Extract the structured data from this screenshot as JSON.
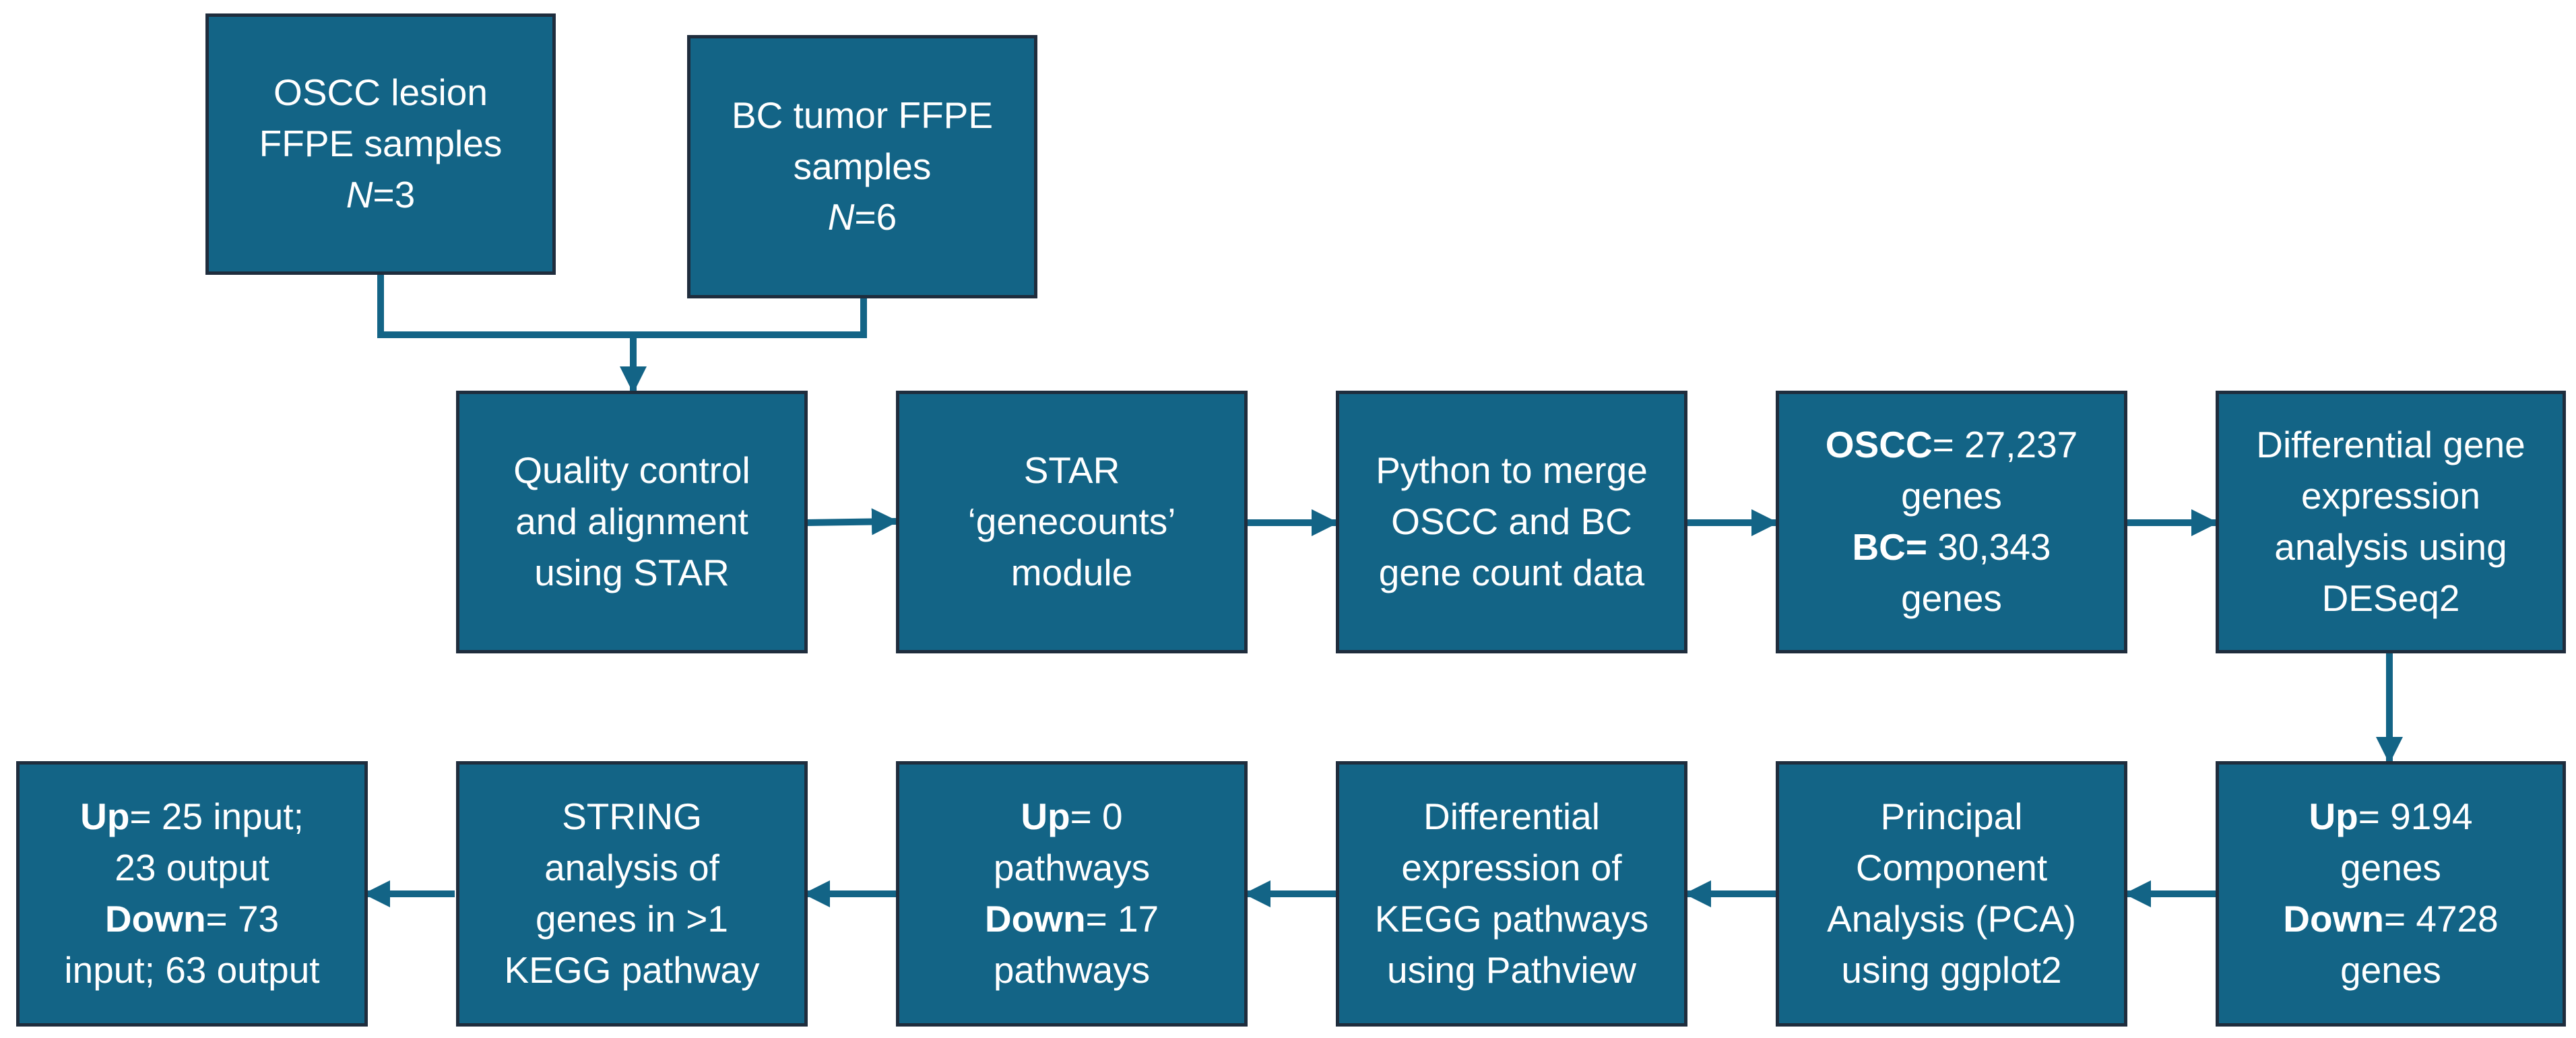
{
  "colors": {
    "box_fill": "#136486",
    "box_border": "#1f2d3d",
    "text": "#ffffff",
    "arrow": "#136486"
  },
  "boxes": {
    "oscc_samples": {
      "line1": "OSCC lesion",
      "line2": "FFPE samples",
      "n_label": "N",
      "n_value": "=3"
    },
    "bc_samples": {
      "line1": "BC tumor FFPE",
      "line2": "samples",
      "n_label": "N",
      "n_value": "=6"
    },
    "qc_alignment": {
      "line1": "Quality control",
      "line2": "and alignment",
      "line3": "using STAR"
    },
    "star_genecounts": {
      "line1": "STAR",
      "line2": "‘genecounts’",
      "line3": "module"
    },
    "python_merge": {
      "line1": "Python to merge",
      "line2": "OSCC and BC",
      "line3": "gene count data"
    },
    "gene_totals": {
      "oscc_label": "OSCC",
      "oscc_value": "= 27,237",
      "oscc_unit": "genes",
      "bc_label": "BC=",
      "bc_value": " 30,343",
      "bc_unit": "genes"
    },
    "deseq2": {
      "line1": "Differential gene",
      "line2": "expression",
      "line3": "analysis using",
      "line4": "DESeq2"
    },
    "deg_counts": {
      "up_label": "Up",
      "up_value": "= 9194",
      "up_unit": "genes",
      "down_label": "Down",
      "down_value": "= 4728",
      "down_unit": "genes"
    },
    "pca": {
      "line1": "Principal",
      "line2": "Component",
      "line3": "Analysis (PCA)",
      "line4": "using ggplot2"
    },
    "pathview": {
      "line1": "Differential",
      "line2": "expression of",
      "line3": "KEGG pathways",
      "line4": "using Pathview"
    },
    "pathway_counts": {
      "up_label": "Up",
      "up_value": "= 0",
      "up_unit": "pathways",
      "down_label": "Down",
      "down_value": "= 17",
      "down_unit": "pathways"
    },
    "string_analysis": {
      "line1": "STRING",
      "line2": "analysis of",
      "line3": "genes in >1",
      "line4": "KEGG pathway"
    },
    "string_results": {
      "up_label": "Up",
      "up_value": "= 25 input;",
      "up_line2": "23 output",
      "down_label": "Down",
      "down_value": "= 73",
      "down_line2": "input; 63 output"
    }
  }
}
